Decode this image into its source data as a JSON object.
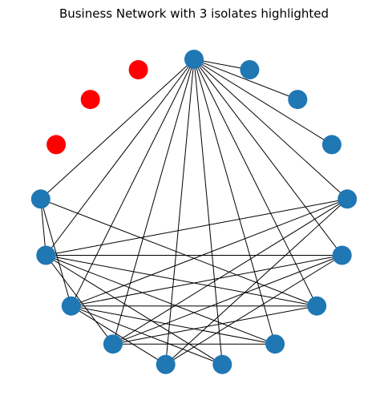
{
  "figure": {
    "title": "Business Network with 3 isolates highlighted"
  },
  "colors": {
    "node_default": "#1f77b4",
    "node_isolate": "#ff0000",
    "edge": "#000000",
    "background": "#ffffff"
  },
  "chart_data": {
    "type": "network",
    "title": "Business Network with 3 isolates highlighted",
    "layout": "circular",
    "node_count": 17,
    "nodes": [
      {
        "id": 0,
        "isolate": false
      },
      {
        "id": 1,
        "isolate": false
      },
      {
        "id": 2,
        "isolate": false
      },
      {
        "id": 3,
        "isolate": false
      },
      {
        "id": 4,
        "isolate": false
      },
      {
        "id": 5,
        "isolate": false
      },
      {
        "id": 6,
        "isolate": false
      },
      {
        "id": 7,
        "isolate": false
      },
      {
        "id": 8,
        "isolate": false
      },
      {
        "id": 9,
        "isolate": false
      },
      {
        "id": 10,
        "isolate": false
      },
      {
        "id": 11,
        "isolate": false
      },
      {
        "id": 12,
        "isolate": false
      },
      {
        "id": 13,
        "isolate": false
      },
      {
        "id": 14,
        "isolate": true
      },
      {
        "id": 15,
        "isolate": true
      },
      {
        "id": 16,
        "isolate": true
      }
    ],
    "isolates": [
      14,
      15,
      16
    ],
    "edges": [
      [
        0,
        1
      ],
      [
        0,
        2
      ],
      [
        0,
        3
      ],
      [
        0,
        4
      ],
      [
        0,
        5
      ],
      [
        0,
        6
      ],
      [
        0,
        7
      ],
      [
        0,
        8
      ],
      [
        0,
        9
      ],
      [
        0,
        10
      ],
      [
        0,
        11
      ],
      [
        0,
        12
      ],
      [
        0,
        13
      ],
      [
        4,
        9
      ],
      [
        4,
        10
      ],
      [
        4,
        11
      ],
      [
        4,
        12
      ],
      [
        5,
        9
      ],
      [
        5,
        10
      ],
      [
        5,
        11
      ],
      [
        5,
        12
      ],
      [
        6,
        10
      ],
      [
        6,
        11
      ],
      [
        6,
        12
      ],
      [
        6,
        13
      ],
      [
        7,
        10
      ],
      [
        7,
        11
      ],
      [
        7,
        12
      ],
      [
        8,
        11
      ],
      [
        8,
        12
      ],
      [
        9,
        11
      ],
      [
        10,
        12
      ],
      [
        11,
        13
      ],
      [
        12,
        13
      ]
    ]
  }
}
